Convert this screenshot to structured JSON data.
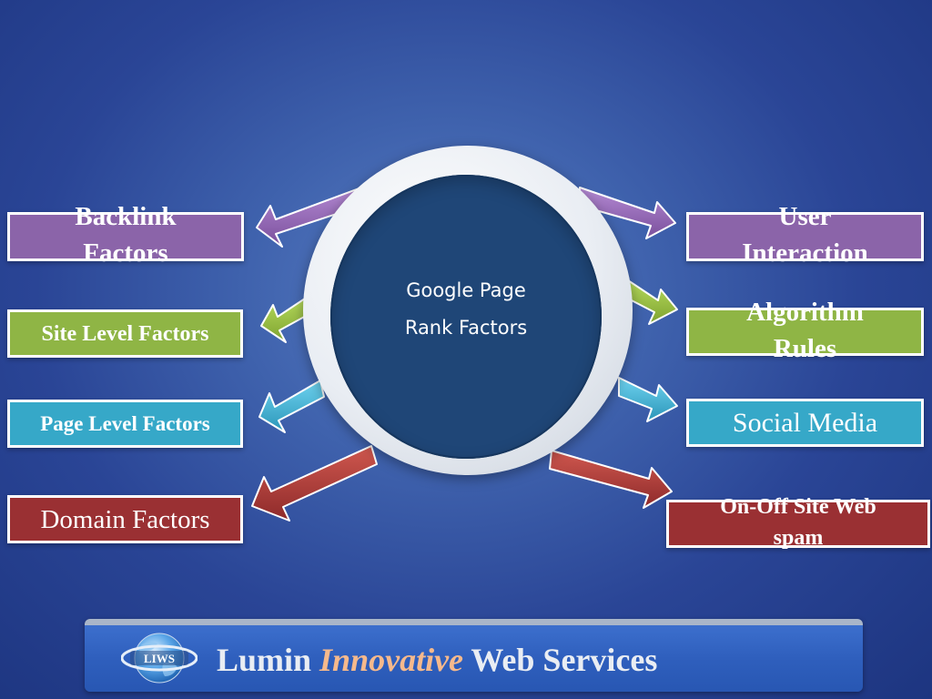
{
  "center": {
    "line1": "Google Page",
    "line2": "Rank Factors"
  },
  "left_boxes": [
    {
      "label": "Backlink Factors",
      "color": "#8b64a9"
    },
    {
      "label": "Site Level Factors",
      "color": "#8fb545"
    },
    {
      "label": "Page Level Factors",
      "color": "#36a8c8"
    },
    {
      "label": "Domain Factors",
      "color": "#9a3033"
    }
  ],
  "right_boxes": [
    {
      "label": "User Interaction",
      "color": "#8b64a9"
    },
    {
      "label": "Algorithm Rules",
      "color": "#8fb545"
    },
    {
      "label": "Social Media",
      "color": "#36a8c8"
    },
    {
      "label": "On-Off Site Web spam",
      "color": "#9a3033"
    }
  ],
  "footer": {
    "logo_text": "LIWS",
    "word1": "Lumin",
    "word2": "Innovative",
    "word3": "Web Services"
  }
}
